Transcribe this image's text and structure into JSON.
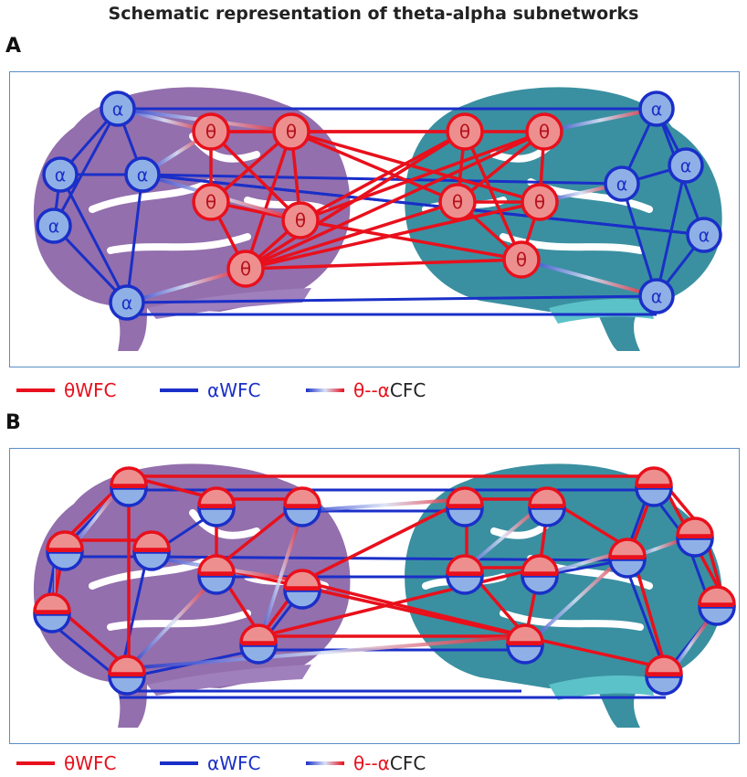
{
  "title": "Schematic representation of theta-alpha subnetworks",
  "panels": [
    {
      "label": "A",
      "legend": {
        "theta_symbol": "θ",
        "theta_text": " WFC",
        "alpha_symbol": "α",
        "alpha_text": " WFC",
        "cfc_theta": "θ--α",
        "cfc_text": " CFC"
      },
      "theta_node_label": "θ",
      "alpha_node_label": "α"
    },
    {
      "label": "B",
      "legend": {
        "theta_symbol": "θ",
        "theta_text": " WFC",
        "alpha_symbol": "α",
        "alpha_text": " WFC",
        "cfc_theta": "θ--α",
        "cfc_text": " CFC"
      }
    }
  ],
  "colors": {
    "theta": "#e8101c",
    "alpha": "#1a2fc8",
    "theta_fill": "#ee8f8f",
    "alpha_fill": "#8fb0e6",
    "brain_left": "#8a63a6",
    "brain_right": "#2f8a9c",
    "brain_right_light": "#5cc2c9"
  },
  "icons": [
    "brain-left-icon",
    "brain-right-icon"
  ]
}
